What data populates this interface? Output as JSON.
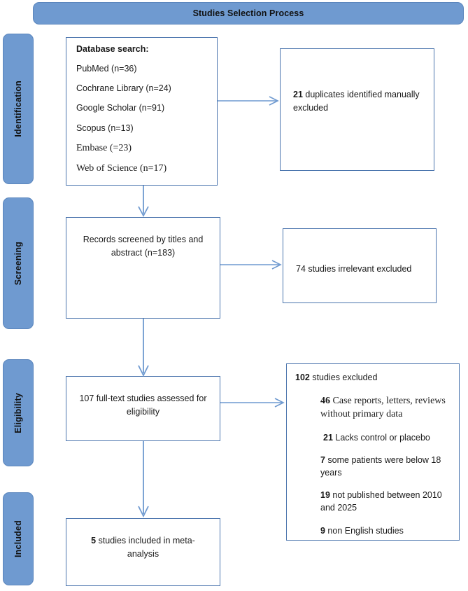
{
  "header": {
    "title": "Studies Selection Process"
  },
  "accent_color": "#6f9ad0",
  "box_border_color": "#4a74ad",
  "stages": [
    {
      "label": "Identification"
    },
    {
      "label": "Screening"
    },
    {
      "label": "Eligibility"
    },
    {
      "label": "Included"
    }
  ],
  "database_box": {
    "heading": "Database search:",
    "sources": [
      {
        "text": "PubMed (n=36)",
        "font": "sans"
      },
      {
        "text": "Cochrane Library (n=24)",
        "font": "sans"
      },
      {
        "text": "Google Scholar (n=91)",
        "font": "sans"
      },
      {
        "text": "Scopus (n=13)",
        "font": "sans"
      },
      {
        "text": "Embase (=23)",
        "font": "serif"
      },
      {
        "text": "Web of Science (n=17)",
        "font": "serif"
      }
    ]
  },
  "duplicates_box": {
    "count": "21",
    "text": " duplicates identified manually excluded"
  },
  "screening_box": {
    "text": "Records screened by titles and abstract (n=183)"
  },
  "irrelevant_box": {
    "text": "74 studies irrelevant excluded"
  },
  "fulltext_box": {
    "text": "107 full-text studies assessed for eligibility"
  },
  "excluded_box": {
    "heading_count": "102",
    "heading_text": " studies excluded",
    "reasons": [
      {
        "count": "46",
        "text": " Case reports, letters, reviews without primary data",
        "font": "serif"
      },
      {
        "count": "21",
        "text": " Lacks control or placebo",
        "font": "sans"
      },
      {
        "count": "7",
        "text": " some patients were below 18 years",
        "font": "sans"
      },
      {
        "count": "19",
        "text": " not published between 2010 and 2025",
        "font": "sans"
      },
      {
        "count": "9",
        "text": " non English studies",
        "font": "sans"
      }
    ]
  },
  "included_box": {
    "count": "5",
    "text": " studies included in meta-analysis"
  }
}
